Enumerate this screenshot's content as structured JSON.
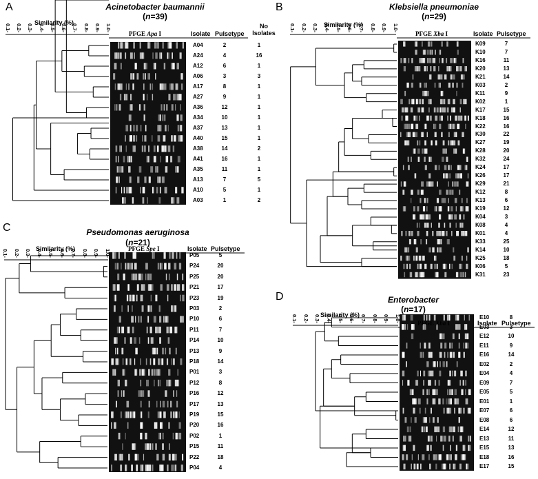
{
  "panels": [
    {
      "id": "A",
      "label": "A",
      "organism": "Acinetobacter baumannii",
      "n_prefix": "n",
      "n_value": "=39",
      "similarity_label": "Similarity (%)",
      "ticks": [
        "0.1-",
        "0.2-",
        "0.3-",
        "0.4-",
        "0.5-",
        "0.6-",
        "0.7-",
        "0.8-",
        "0.9-",
        "1.0-"
      ],
      "gel_header_prefix": "PFGE ",
      "gel_enzyme": "Apa",
      "gel_suffix": " I",
      "col_isolate": "Isolate",
      "col_pulsetype": "Pulsetype",
      "col_count": "No Isolates",
      "rows": [
        {
          "isolate": "A04",
          "pulsetype": "2",
          "count": "1"
        },
        {
          "isolate": "A24",
          "pulsetype": "4",
          "count": "16"
        },
        {
          "isolate": "A12",
          "pulsetype": "6",
          "count": "1"
        },
        {
          "isolate": "A06",
          "pulsetype": "3",
          "count": "3"
        },
        {
          "isolate": "A17",
          "pulsetype": "8",
          "count": "1"
        },
        {
          "isolate": "A27",
          "pulsetype": "9",
          "count": "1"
        },
        {
          "isolate": "A36",
          "pulsetype": "12",
          "count": "1"
        },
        {
          "isolate": "A34",
          "pulsetype": "10",
          "count": "1"
        },
        {
          "isolate": "A37",
          "pulsetype": "13",
          "count": "1"
        },
        {
          "isolate": "A40",
          "pulsetype": "15",
          "count": "1"
        },
        {
          "isolate": "A38",
          "pulsetype": "14",
          "count": "2"
        },
        {
          "isolate": "A41",
          "pulsetype": "16",
          "count": "1"
        },
        {
          "isolate": "A35",
          "pulsetype": "11",
          "count": "1"
        },
        {
          "isolate": "A13",
          "pulsetype": "7",
          "count": "5"
        },
        {
          "isolate": "A10",
          "pulsetype": "5",
          "count": "1"
        },
        {
          "isolate": "A03",
          "pulsetype": "1",
          "count": "2"
        }
      ]
    },
    {
      "id": "B",
      "label": "B",
      "organism": "Klebsiella pneumoniae",
      "n_prefix": "n",
      "n_value": "=29",
      "similarity_label": "Similarity (%)",
      "ticks": [
        "0.1-",
        "0.2-",
        "0.3-",
        "0.4-",
        "0.5-",
        "0.6-",
        "0.7-",
        "0.8-",
        "0.9-",
        "1.0-"
      ],
      "gel_header_prefix": "PFGE ",
      "gel_enzyme": "Xba",
      "gel_suffix": " I",
      "col_isolate": "Isolate",
      "col_pulsetype": "Pulsetype",
      "rows": [
        {
          "isolate": "K09",
          "pulsetype": "7"
        },
        {
          "isolate": "K10",
          "pulsetype": "7"
        },
        {
          "isolate": "K16",
          "pulsetype": "11"
        },
        {
          "isolate": "K20",
          "pulsetype": "13"
        },
        {
          "isolate": "K21",
          "pulsetype": "14"
        },
        {
          "isolate": "K03",
          "pulsetype": "2"
        },
        {
          "isolate": "K11",
          "pulsetype": "9"
        },
        {
          "isolate": "K02",
          "pulsetype": "1"
        },
        {
          "isolate": "K17",
          "pulsetype": "15"
        },
        {
          "isolate": "K18",
          "pulsetype": "16"
        },
        {
          "isolate": "K22",
          "pulsetype": "16"
        },
        {
          "isolate": "K30",
          "pulsetype": "22"
        },
        {
          "isolate": "K27",
          "pulsetype": "19"
        },
        {
          "isolate": "K28",
          "pulsetype": "20"
        },
        {
          "isolate": "K32",
          "pulsetype": "24"
        },
        {
          "isolate": "K24",
          "pulsetype": "17"
        },
        {
          "isolate": "K26",
          "pulsetype": "17"
        },
        {
          "isolate": "K29",
          "pulsetype": "21"
        },
        {
          "isolate": "K12",
          "pulsetype": "8"
        },
        {
          "isolate": "K13",
          "pulsetype": "6"
        },
        {
          "isolate": "K19",
          "pulsetype": "12"
        },
        {
          "isolate": "K04",
          "pulsetype": "3"
        },
        {
          "isolate": "K08",
          "pulsetype": "4"
        },
        {
          "isolate": "K01",
          "pulsetype": "4"
        },
        {
          "isolate": "K33",
          "pulsetype": "25"
        },
        {
          "isolate": "K14",
          "pulsetype": "10"
        },
        {
          "isolate": "K25",
          "pulsetype": "18"
        },
        {
          "isolate": "K06",
          "pulsetype": "5"
        },
        {
          "isolate": "K31",
          "pulsetype": "23"
        }
      ]
    },
    {
      "id": "C",
      "label": "C",
      "organism": "Pseudomonas aeruginosa",
      "n_prefix": "n",
      "n_value": "=21",
      "similarity_label": "Similarity (%)",
      "ticks": [
        "0.1-",
        "0.2-",
        "0.3-",
        "0.4-",
        "0.5-",
        "0.6-",
        "0.7-",
        "0.8-",
        "0.9-",
        "1.0-"
      ],
      "gel_header_prefix": "PFGE ",
      "gel_enzyme": "Spe",
      "gel_suffix": " I",
      "col_isolate": "Isolate",
      "col_pulsetype": "Pulsetype",
      "rows": [
        {
          "isolate": "P05",
          "pulsetype": "5"
        },
        {
          "isolate": "P24",
          "pulsetype": "20"
        },
        {
          "isolate": "P25",
          "pulsetype": "20"
        },
        {
          "isolate": "P21",
          "pulsetype": "17"
        },
        {
          "isolate": "P23",
          "pulsetype": "19"
        },
        {
          "isolate": "P03",
          "pulsetype": "2"
        },
        {
          "isolate": "P10",
          "pulsetype": "6"
        },
        {
          "isolate": "P11",
          "pulsetype": "7"
        },
        {
          "isolate": "P14",
          "pulsetype": "10"
        },
        {
          "isolate": "P13",
          "pulsetype": "9"
        },
        {
          "isolate": "P18",
          "pulsetype": "14"
        },
        {
          "isolate": "P01",
          "pulsetype": "3"
        },
        {
          "isolate": "P12",
          "pulsetype": "8"
        },
        {
          "isolate": "P16",
          "pulsetype": "12"
        },
        {
          "isolate": "P17",
          "pulsetype": "13"
        },
        {
          "isolate": "P19",
          "pulsetype": "15"
        },
        {
          "isolate": "P20",
          "pulsetype": "16"
        },
        {
          "isolate": "P02",
          "pulsetype": "1"
        },
        {
          "isolate": "P15",
          "pulsetype": "11"
        },
        {
          "isolate": "P22",
          "pulsetype": "18"
        },
        {
          "isolate": "P04",
          "pulsetype": "4"
        }
      ]
    },
    {
      "id": "D",
      "label": "D",
      "organism": "Enterobacter",
      "n_prefix": "n",
      "n_value": "=17",
      "similarity_label": "Similarity (%)",
      "ticks": [
        "0.1-",
        "0.2-",
        "0.3-",
        "0.4-",
        "0.5-",
        "0.6-",
        "0.7-",
        "0.8-",
        "0.9-",
        "1.0-"
      ],
      "gel_header_prefix": "PFGE ",
      "gel_enzyme": "Xba",
      "gel_suffix": " I",
      "col_isolate": "Isolate",
      "col_pulsetype": "Pulsetype",
      "rows": [
        {
          "isolate": "E10",
          "pulsetype": "8"
        },
        {
          "isolate": "E03",
          "pulsetype": "3"
        },
        {
          "isolate": "E12",
          "pulsetype": "10"
        },
        {
          "isolate": "E11",
          "pulsetype": "9"
        },
        {
          "isolate": "E16",
          "pulsetype": "14"
        },
        {
          "isolate": "E02",
          "pulsetype": "2"
        },
        {
          "isolate": "E04",
          "pulsetype": "4"
        },
        {
          "isolate": "E09",
          "pulsetype": "7"
        },
        {
          "isolate": "E05",
          "pulsetype": "5"
        },
        {
          "isolate": "E01",
          "pulsetype": "1"
        },
        {
          "isolate": "E07",
          "pulsetype": "6"
        },
        {
          "isolate": "E08",
          "pulsetype": "6"
        },
        {
          "isolate": "E14",
          "pulsetype": "12"
        },
        {
          "isolate": "E13",
          "pulsetype": "11"
        },
        {
          "isolate": "E15",
          "pulsetype": "13"
        },
        {
          "isolate": "E18",
          "pulsetype": "16"
        },
        {
          "isolate": "E17",
          "pulsetype": "15"
        }
      ]
    }
  ]
}
